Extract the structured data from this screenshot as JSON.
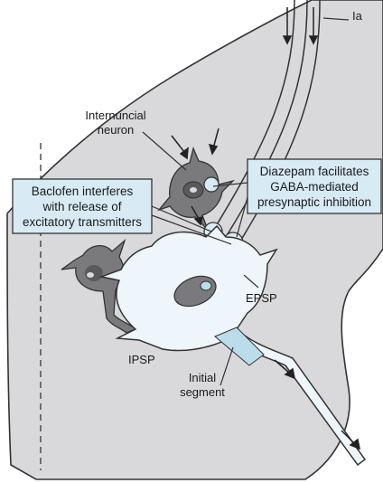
{
  "labels": {
    "afferent": "Ia",
    "internuncial_line1": "Internuncial",
    "internuncial_line2": "neuron",
    "baclofen_line1": "Baclofen interferes",
    "baclofen_line2": "with release of",
    "baclofen_line3": "excitatory transmitters",
    "diazepam_line1": "Diazepam facilitates",
    "diazepam_line2": "GABA-mediated",
    "diazepam_line3": "presynaptic inhibition",
    "epsp": "EPSP",
    "ipsp": "IPSP",
    "initial_line1": "Initial",
    "initial_line2": "segment"
  },
  "colors": {
    "gray_matter": "#d9d9db",
    "outline": "#333333",
    "box_fill": "#d8ebf5",
    "motor_neuron_fill": "#eef6fb",
    "dark_neuron": "#7a7a7c",
    "nucleus": "#5a5a5c",
    "initial_segment": "#bcdcec"
  }
}
